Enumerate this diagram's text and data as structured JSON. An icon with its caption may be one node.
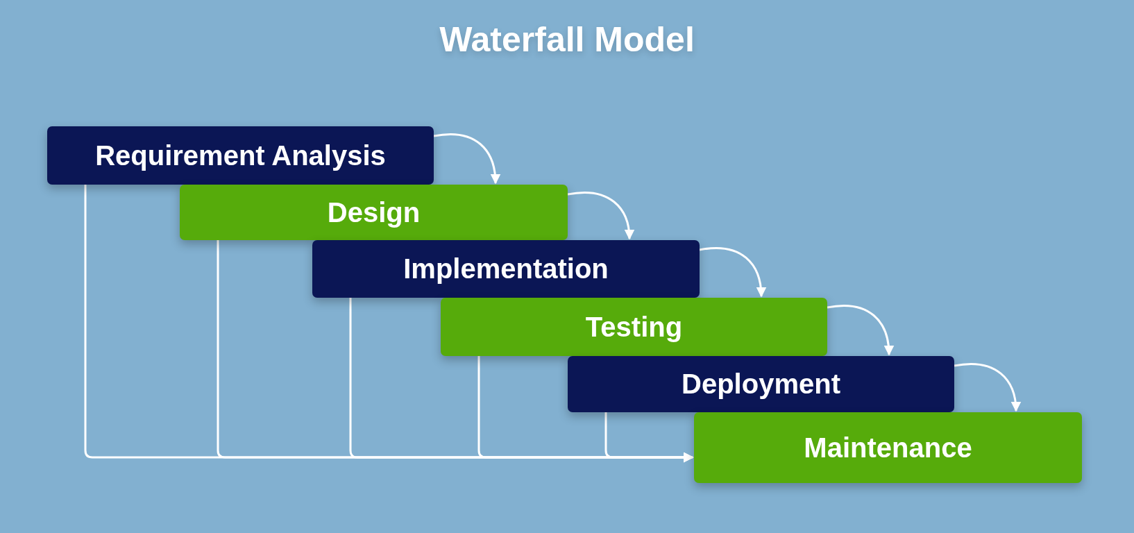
{
  "diagram": {
    "title": "Waterfall Model",
    "nodes": [
      {
        "text": [
          "Requirement Analysis"
        ]
      },
      {
        "text": [
          "Design"
        ]
      },
      {
        "text": [
          "Implementation"
        ]
      },
      {
        "text": [
          "Testing"
        ]
      },
      {
        "text": [
          "Deployment"
        ]
      },
      {
        "text": [
          "Maintenance"
        ]
      }
    ],
    "edges": [
      {
        "from": 0,
        "to": 1,
        "arrow": "to"
      },
      {
        "from": 1,
        "to": 2,
        "arrow": "to"
      },
      {
        "from": 2,
        "to": 3,
        "arrow": "to"
      },
      {
        "from": 3,
        "to": 4,
        "arrow": "to"
      },
      {
        "from": 4,
        "to": 5,
        "arrow": "to"
      },
      {
        "from": 0,
        "to": 5,
        "arrow": "to"
      },
      {
        "from": 1,
        "to": 5,
        "arrow": "to"
      },
      {
        "from": 2,
        "to": 5,
        "arrow": "to"
      },
      {
        "from": 3,
        "to": 5,
        "arrow": "to"
      },
      {
        "from": 4,
        "to": 5,
        "arrow": "to"
      }
    ]
  }
}
